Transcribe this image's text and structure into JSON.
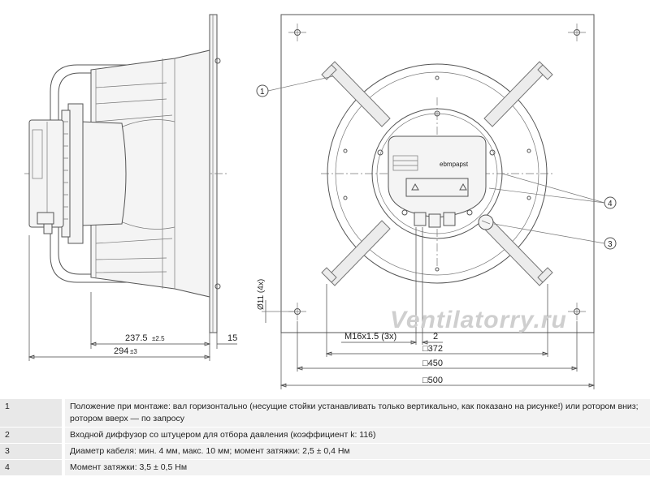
{
  "dims": {
    "d1": "237.5",
    "d1_tol": "±2.5",
    "d2": "294",
    "d2_tol": "±3",
    "d3": "15",
    "hole": "Ø11 (4x)",
    "thread": "M16x1.5 (3x)",
    "gap": "2",
    "sq1": "□372",
    "sq2": "□450",
    "sq3": "□500"
  },
  "callouts": [
    "1",
    "4",
    "3"
  ],
  "brand": "ebmpapst",
  "watermark": "Ventilatorry.ru",
  "notes": [
    {
      "num": "1",
      "text": "Положение при монтаже: вал горизонтально (несущие стойки устанавливать только вертикально, как показано на рисунке!) или ротором вниз; ротором вверх — по запросу"
    },
    {
      "num": "2",
      "text": "Входной диффузор со штуцером для отбора давления (коэффициент k: 116)"
    },
    {
      "num": "3",
      "text": "Диаметр кабеля: мин. 4 мм, макс. 10 мм; момент затяжки: 2,5 ± 0,4 Нм"
    },
    {
      "num": "4",
      "text": "Момент затяжки: 3,5 ± 0,5 Нм"
    }
  ]
}
